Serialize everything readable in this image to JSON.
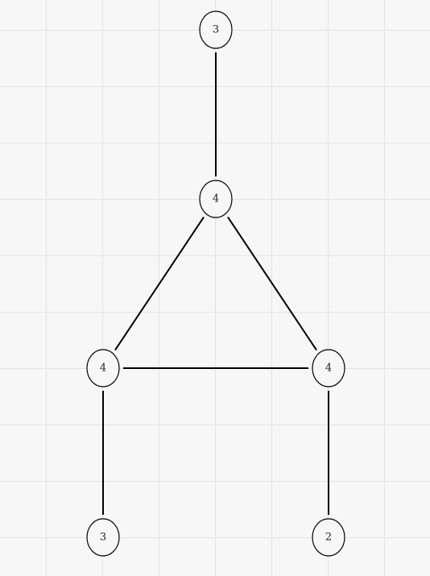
{
  "graph": {
    "nodes": [
      {
        "id": "n0",
        "label": "3"
      },
      {
        "id": "n1",
        "label": "4"
      },
      {
        "id": "n2",
        "label": "4"
      },
      {
        "id": "n3",
        "label": "4"
      },
      {
        "id": "n4",
        "label": "3"
      },
      {
        "id": "n5",
        "label": "2"
      }
    ],
    "edges": [
      {
        "from": "n0",
        "to": "n1"
      },
      {
        "from": "n1",
        "to": "n2"
      },
      {
        "from": "n1",
        "to": "n3"
      },
      {
        "from": "n2",
        "to": "n3"
      },
      {
        "from": "n2",
        "to": "n4"
      },
      {
        "from": "n3",
        "to": "n5"
      }
    ]
  }
}
